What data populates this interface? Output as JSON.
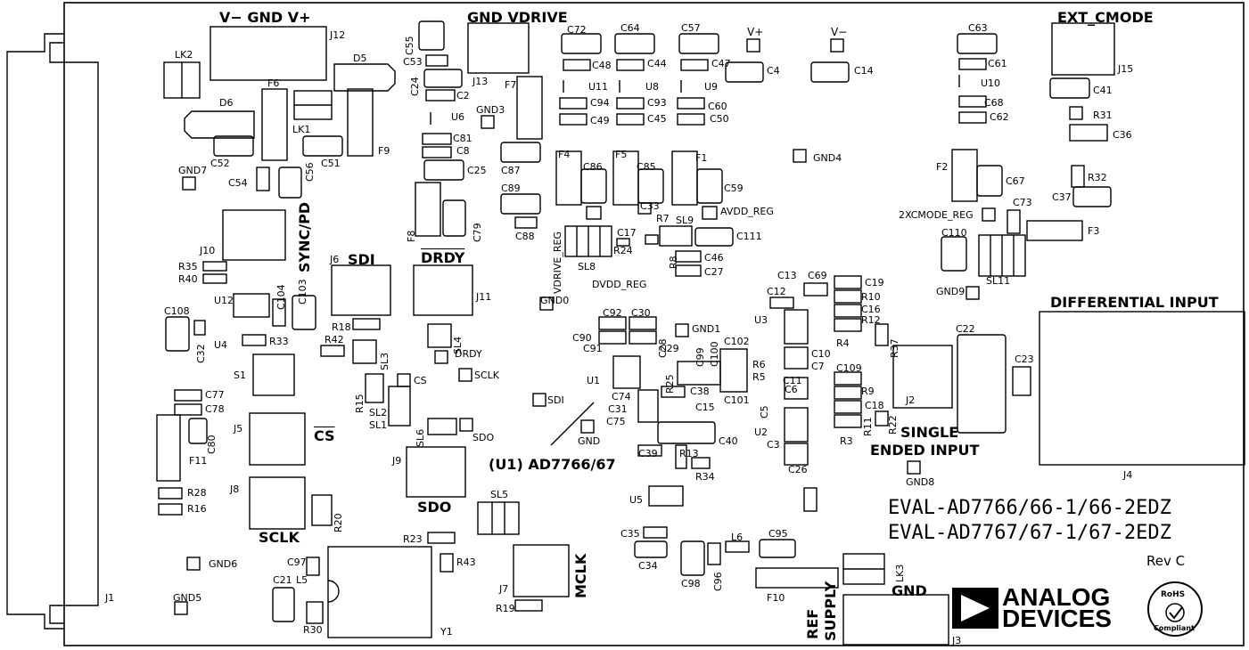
{
  "title": "EVAL-AD7766/66-1/66-2EDZ",
  "title2": "EVAL-AD7767/67-1/67-2EDZ",
  "revision": "Rev C",
  "brand": {
    "line1": "ANALOG",
    "line2": "DEVICES",
    "rohs": "RoHS",
    "compliant": "Compliant"
  },
  "headers": {
    "power": "V−   GND V+",
    "vdrive": "GND VDRIVE",
    "ext_cmode": "EXT_CMODE",
    "diff": "DIFFERENTIAL INPUT",
    "single1": "SINGLE",
    "single2": "ENDED INPUT",
    "ref1": "REF",
    "ref2": "SUPPLY",
    "gnd_j3": "GND",
    "u1": "(U1) AD7766/67",
    "sdi": "SDI",
    "sdo": "SDO",
    "sclk": "SCLK",
    "cs": "CS",
    "drdy": "DRDY",
    "sync": "SYNC/PD",
    "mclk": "MCLK",
    "vplus": "V+",
    "vminus": "V−"
  },
  "labels": [
    "J12",
    "LK2",
    "D5",
    "F6",
    "D6",
    "LK1",
    "C52",
    "C51",
    "F9",
    "GND7",
    "C54",
    "C56",
    "C55",
    "C53",
    "C24",
    "J13",
    "C2",
    "U6",
    "GND3",
    "C81",
    "C8",
    "C25",
    "F7",
    "F8",
    "C79",
    "C72",
    "C48",
    "C64",
    "C44",
    "C57",
    "C47",
    "C4",
    "C14",
    "U11",
    "U8",
    "U9",
    "C94",
    "C93",
    "C60",
    "C49",
    "C45",
    "C50",
    "C87",
    "F4",
    "C86",
    "F5",
    "C85",
    "F1",
    "C59",
    "GND4",
    "C89",
    "C33",
    "AVDD_REG",
    "C88",
    "R7",
    "SL9",
    "C17",
    "R24",
    "R8",
    "C111",
    "C46",
    "C27",
    "VDRIVE_REG",
    "SL8",
    "DVDD_REG",
    "C63",
    "C61",
    "U10",
    "C68",
    "C62",
    "J15",
    "C41",
    "R31",
    "C36",
    "F2",
    "C67",
    "R32",
    "C37",
    "2XCMODE_REG",
    "C73",
    "C110",
    "F3",
    "SL11",
    "GND9",
    "J10",
    "R35",
    "R40",
    "J6",
    "J11",
    "U12",
    "C104",
    "C103",
    "C108",
    "C32",
    "U4",
    "R33",
    "R18",
    "R42",
    "SL3",
    "SL4",
    "DRDY",
    "S1",
    "R15",
    "CS",
    "SL2",
    "SL1",
    "SL6",
    "SCLK",
    "SDO",
    "GND0",
    "C92",
    "C30",
    "GND1",
    "C90",
    "C91",
    "C29",
    "C28",
    "U1",
    "R25",
    "C99",
    "C100",
    "C102",
    "R6",
    "R5",
    "C101",
    "C38",
    "C74",
    "C31",
    "C75",
    "C15",
    "C40",
    "GND",
    "C13",
    "C69",
    "C19",
    "C12",
    "R10",
    "C16",
    "R12",
    "U3",
    "R4",
    "R37",
    "C10",
    "C7",
    "C109",
    "C11",
    "C6",
    "R9",
    "C5",
    "C18",
    "R11",
    "R22",
    "U2",
    "C3",
    "R3",
    "C26",
    "J2",
    "C22",
    "C23",
    "GND8",
    "J4",
    "C77",
    "C78",
    "C80",
    "J5",
    "F11",
    "J8",
    "R28",
    "R16",
    "R20",
    "J9",
    "SL5",
    "R23",
    "R43",
    "C97",
    "C21",
    "L5",
    "R30",
    "Y1",
    "GND6",
    "GND5",
    "J1",
    "J7",
    "R19",
    "C39",
    "R13",
    "R34",
    "U5",
    "C35",
    "C34",
    "C98",
    "C96",
    "L6",
    "C95",
    "F10",
    "LK3",
    "J3",
    "SDI"
  ]
}
